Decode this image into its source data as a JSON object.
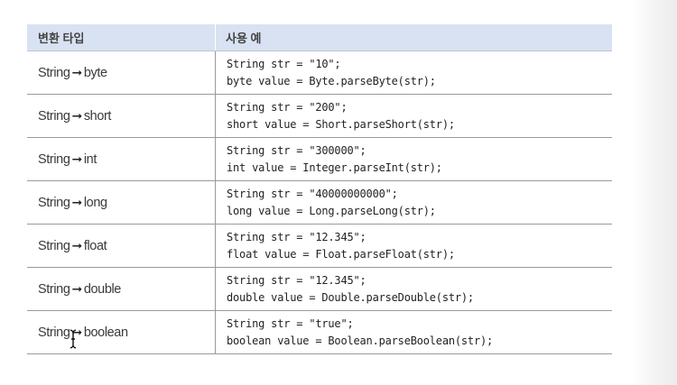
{
  "header": {
    "type_col": "변환 타입",
    "example_col": "사용 예"
  },
  "rows": [
    {
      "from": "String",
      "to": "byte",
      "line1": "String str = \"10\";",
      "line2": "byte value = Byte.parseByte(str);"
    },
    {
      "from": "String",
      "to": "short",
      "line1": "String str = \"200\";",
      "line2": "short value = Short.parseShort(str);"
    },
    {
      "from": "String",
      "to": "int",
      "line1": "String str = \"300000\";",
      "line2": "int value = Integer.parseInt(str);"
    },
    {
      "from": "String",
      "to": "long",
      "line1": "String str = \"40000000000\";",
      "line2": "long value = Long.parseLong(str);"
    },
    {
      "from": "String",
      "to": "float",
      "line1": "String str = \"12.345\";",
      "line2": "float value = Float.parseFloat(str);"
    },
    {
      "from": "String",
      "to": "double",
      "line1": "String str = \"12.345\";",
      "line2": "double value = Double.parseDouble(str);"
    },
    {
      "from": "String",
      "to": "boolean",
      "line1": "String str = \"true\";",
      "line2": "boolean value = Boolean.parseBoolean(str);"
    }
  ],
  "colors": {
    "header_bg": "#d9e2f2",
    "border": "#9a9a9a"
  },
  "icons": {
    "arrow": "right-arrow-icon",
    "cursor": "text-cursor-icon"
  }
}
